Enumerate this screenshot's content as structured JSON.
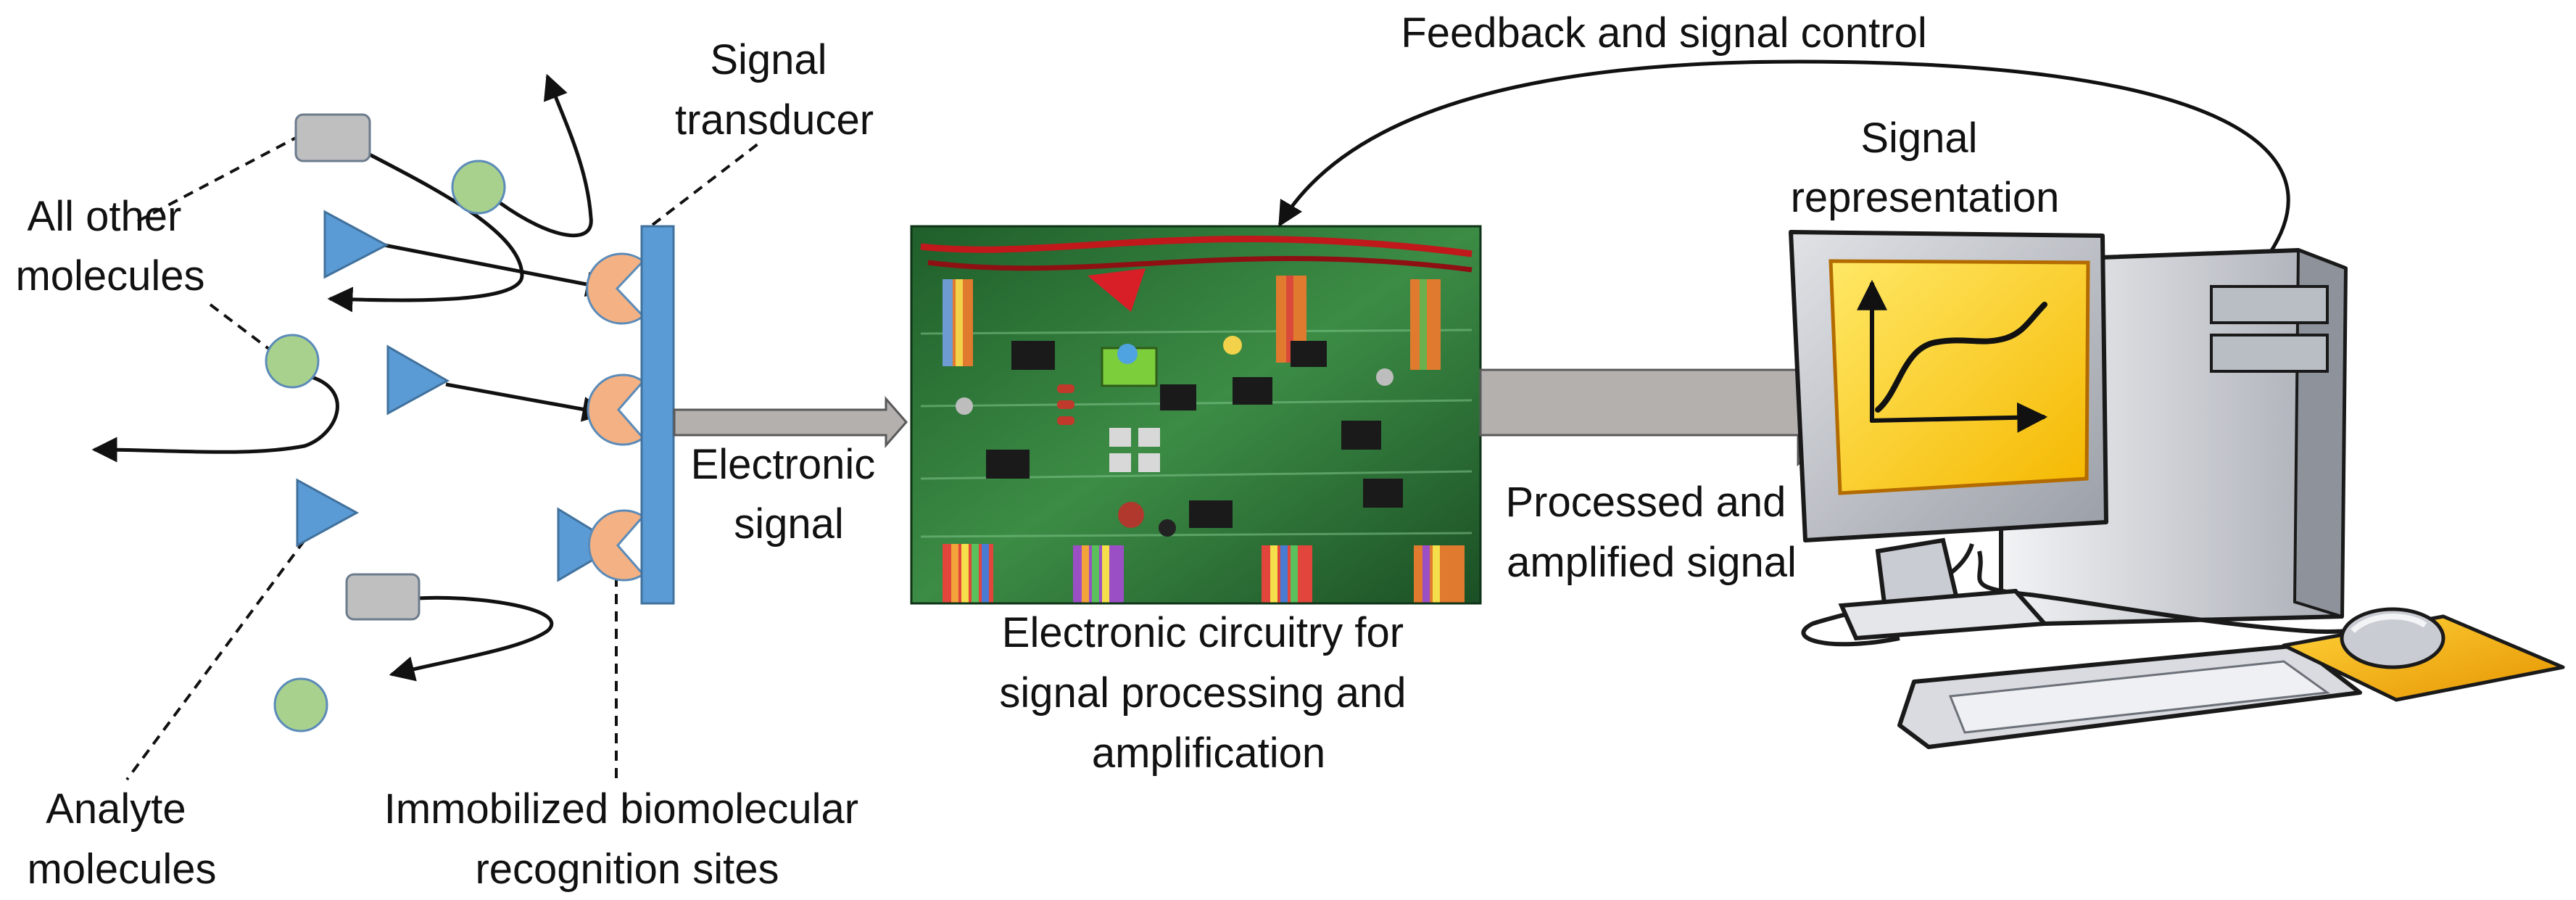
{
  "labels": {
    "feedback": "Feedback and signal control",
    "signal_transducer": [
      "Signal",
      "transducer"
    ],
    "all_other_molecules": [
      "All other",
      "molecules"
    ],
    "electronic_signal": [
      "Electronic",
      "signal"
    ],
    "signal_representation": [
      "Signal",
      "representation"
    ],
    "processed_signal": [
      "Processed and",
      "amplified signal"
    ],
    "circuitry": [
      "Electronic circuitry for",
      "signal processing and",
      "amplification"
    ],
    "analyte_molecules": [
      "Analyte",
      "molecules"
    ],
    "recognition_sites": [
      "Immobilized biomolecular",
      "recognition sites"
    ]
  },
  "colors": {
    "analyte": "#5B9BD5",
    "sphere": "#A9D18E",
    "box": "#BFBFBF",
    "receptor": "#F4B183",
    "transducer": "#5B9BD5",
    "arrow_fill": "#B4B0AE",
    "screen": "#FFD400",
    "pcb": "#2F7A3A"
  }
}
